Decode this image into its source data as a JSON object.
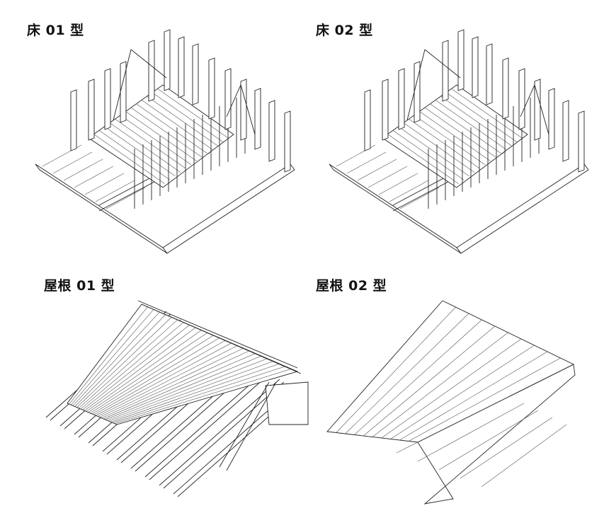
{
  "panels": [
    {
      "id": "floor-01",
      "label": "床 01 型"
    },
    {
      "id": "floor-02",
      "label": "床 02 型"
    },
    {
      "id": "roof-01",
      "label": "屋根 01 型"
    },
    {
      "id": "roof-02",
      "label": "屋根 02 型"
    }
  ]
}
